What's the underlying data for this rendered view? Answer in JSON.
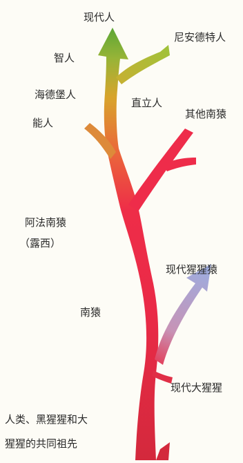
{
  "labels": {
    "modern_human": "现代人",
    "neanderthal": "尼安德特人",
    "homo_sapiens": "智人",
    "heidelbergensis": "海德堡人",
    "homo_erectus": "直立人",
    "other_australopithecines": "其他南猿",
    "homo_habilis": "能人",
    "afarensis": "阿法南猿",
    "lucy": "（露西）",
    "australopithecus": "南猿",
    "modern_chimpanzee": "现代猩猩猿",
    "modern_gorilla": "现代大猩猩",
    "common_ancestor_line1": "人类、黑猩猩和大",
    "common_ancestor_line2": "猩猩的共同祖先"
  },
  "colors": {
    "background": "#fdfcf6",
    "trunk_base": "#d92a3a",
    "trunk_mid": "#ec2a48",
    "upper_orange": "#e0952e",
    "upper_yellow": "#b8bb34",
    "top_green": "#62a838",
    "side_red": "#ef2d4a",
    "ape_branch_blue": "#a2addf",
    "text": "#2a2a2a"
  }
}
